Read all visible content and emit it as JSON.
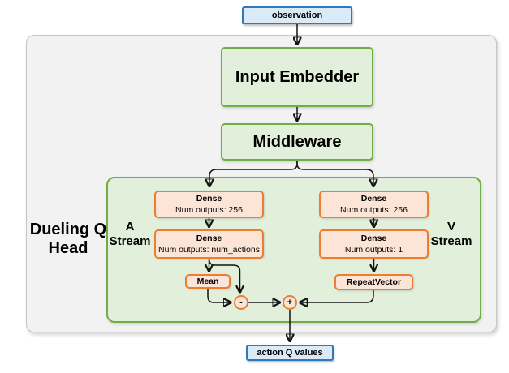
{
  "colors": {
    "blue_border": "#2E79C0",
    "blue_fill": "#DBEAF7",
    "green_border": "#70AD47",
    "green_fill": "#E2EFDA",
    "orange_border": "#ED7D31",
    "orange_fill": "#FCE4D6",
    "container_fill": "#F2F2F3",
    "container_border": "#C6C6C6",
    "arrow": "#141414"
  },
  "nodes": {
    "observation": {
      "label": "observation"
    },
    "input_embedder": {
      "label": "Input Embedder"
    },
    "middleware": {
      "label": "Middleware"
    },
    "action_q_values": {
      "label": "action Q values"
    }
  },
  "dueling_head": {
    "label_line1": "Dueling Q",
    "label_line2": "Head",
    "a_stream": {
      "label_line1": "A",
      "label_line2": "Stream",
      "dense1": {
        "title": "Dense",
        "subtitle": "Num outputs: 256"
      },
      "dense2": {
        "title": "Dense",
        "subtitle": "Num outputs: num_actions"
      },
      "mean": {
        "label": "Mean"
      },
      "minus_op": {
        "label": "-"
      }
    },
    "v_stream": {
      "label_line1": "V",
      "label_line2": "Stream",
      "dense1": {
        "title": "Dense",
        "subtitle": "Num outputs: 256"
      },
      "dense2": {
        "title": "Dense",
        "subtitle": "Num outputs: 1"
      },
      "repeat_vector": {
        "label": "RepeatVector"
      },
      "plus_op": {
        "label": "+"
      }
    }
  }
}
